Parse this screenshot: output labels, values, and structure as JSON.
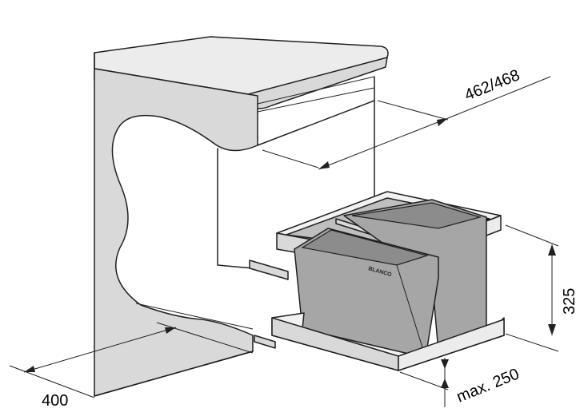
{
  "dimensions": {
    "depth_range": "462/468",
    "width": "400",
    "height": "325",
    "max_depth": "max. 250"
  },
  "brand_label": "BLANCO",
  "colors": {
    "line": "#231f20",
    "cabinet_fill": "#d9d9d9",
    "bin_fill": "#a6a6a6"
  }
}
